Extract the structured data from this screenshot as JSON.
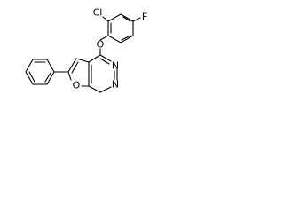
{
  "atoms": {
    "fluorine": "F",
    "chlorine": "Cl",
    "ether_oxygen": "O",
    "pyrimidine_n3": "N",
    "pyrimidine_n1": "N",
    "furan_oxygen": "O"
  }
}
